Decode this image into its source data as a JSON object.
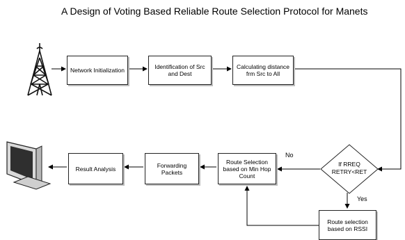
{
  "title": "A Design of Voting Based Reliable Route Selection Protocol for Manets",
  "nodes": {
    "network_init": "Network Initialization",
    "identify": "Identification of Src and Dest",
    "calculate": "Calculating distance frm Src to All",
    "decision_line1": "If RREQ",
    "decision_line2": "RETRY<RET",
    "min_hop": "Route Selection based on Min Hop Count",
    "forwarding": "Forwarding Packets",
    "result": "Result Analysis",
    "rssi": "Route selection based on RSSI"
  },
  "edge_labels": {
    "no": "No",
    "yes": "Yes"
  },
  "icons": {
    "start": "radio-tower-icon",
    "end": "computer-monitor-icon"
  }
}
